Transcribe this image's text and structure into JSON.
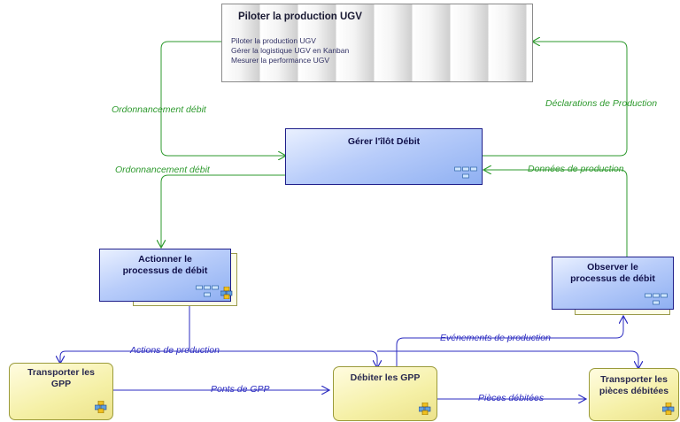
{
  "colors": {
    "green_flow": "#2e9a2e",
    "blue_flow": "#2b2bc0"
  },
  "piloter": {
    "title": "Piloter la production UGV",
    "items": [
      "Piloter la production UGV",
      "Gérer la logistique UGV en Kanban",
      "Mesurer la performance UGV"
    ]
  },
  "gerer_ilot": {
    "title": "Gérer l'îlôt Débit"
  },
  "actionner": {
    "title_line1": "Actionner le",
    "title_line2": "processus de débit"
  },
  "observer": {
    "title_line1": "Observer le",
    "title_line2": "processus de débit"
  },
  "transporter_gpp": {
    "title_line1": "Transporter les",
    "title_line2": "GPP"
  },
  "debiter": {
    "title": "Débiter les GPP"
  },
  "transporter_pieces": {
    "title_line1": "Transporter les",
    "title_line2": "pièces débitées"
  },
  "flows": {
    "ordonnancement_1": "Ordonnancement débit",
    "ordonnancement_2": "Ordonnancement débit",
    "declarations": "Déclarations de Production",
    "donnees": "Données de production",
    "actions": "Actions de production",
    "evenements": "Evénements de production",
    "ponts": "Ponts de GPP",
    "pieces": "Pièces débitées"
  }
}
